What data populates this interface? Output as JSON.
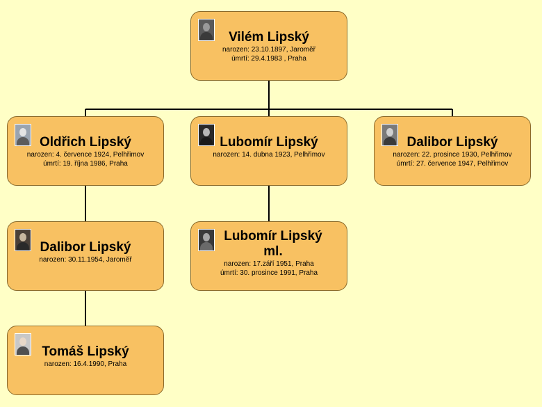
{
  "people": [
    {
      "name": "Vilém Lipský",
      "born": "narozen: 23.10.1897, Jaroměř",
      "died": "úmrtí: 29.4.1983 , Praha",
      "photo": "portrait-photo",
      "colors": {
        "bg": "#5a5a5a",
        "face": "#9a9a9a",
        "torso": "#3a3a3a"
      }
    },
    {
      "name": "Oldřich Lipský",
      "born": "narozen: 4. července 1924, Pelhřimov",
      "died": "úmrtí: 19. října 1986, Praha",
      "photo": "portrait-photo",
      "colors": {
        "bg": "#9aa4b0",
        "face": "#e4e4e4",
        "torso": "#5c5c5c"
      }
    },
    {
      "name": "Lubomír Lipský",
      "born": "narozen: 14. dubna 1923, Pelhřimov",
      "died": "",
      "photo": "portrait-photo",
      "colors": {
        "bg": "#2a2a2a",
        "face": "#b8b8b8",
        "torso": "#1a1a1a"
      }
    },
    {
      "name": "Dalibor Lipský",
      "born": "narozen: 22. prosince 1930, Pelhřimov",
      "died": "úmrtí: 27. července 1947, Pelhřimov",
      "photo": "portrait-photo",
      "colors": {
        "bg": "#7a7a7a",
        "face": "#d0d0d0",
        "torso": "#3a3a3a"
      }
    },
    {
      "name": "Dalibor Lipský",
      "born": "narozen: 30.11.1954, Jaroměř",
      "died": "",
      "photo": "portrait-photo",
      "colors": {
        "bg": "#4a4038",
        "face": "#c8b8a0",
        "torso": "#2a2a2a"
      }
    },
    {
      "name": "Lubomír Lipský ml.",
      "born": "narozen: 17.září 1951, Praha",
      "died": "úmrtí: 30. prosince 1991, Praha",
      "photo": "portrait-photo",
      "colors": {
        "bg": "#3a3a3a",
        "face": "#a8a8a8",
        "torso": "#6a6a6a"
      }
    },
    {
      "name": "Tomáš Lipský",
      "born": "narozen: 16.4.1990, Praha",
      "died": "",
      "photo": "portrait-photo",
      "colors": {
        "bg": "#c8c8c8",
        "face": "#e8d8c8",
        "torso": "#505050"
      }
    }
  ]
}
